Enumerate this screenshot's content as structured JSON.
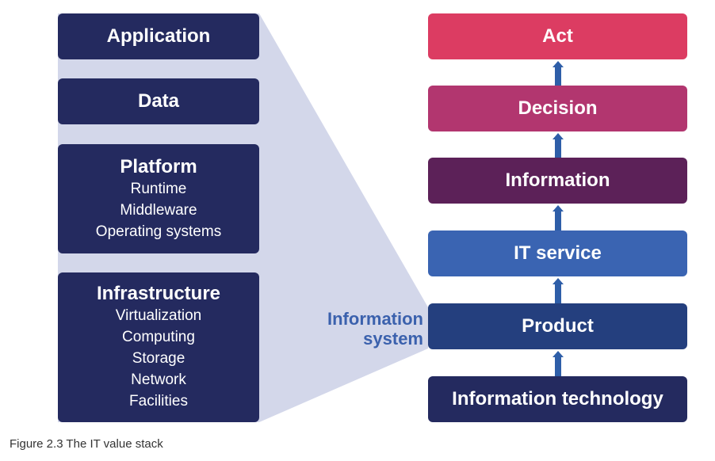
{
  "left_stack": {
    "application": {
      "title": "Application"
    },
    "data": {
      "title": "Data"
    },
    "platform": {
      "title": "Platform",
      "items": [
        "Runtime",
        "Middleware",
        "Operating systems"
      ]
    },
    "infrastructure": {
      "title": "Infrastructure",
      "items": [
        "Virtualization",
        "Computing",
        "Storage",
        "Network",
        "Facilities"
      ]
    }
  },
  "right_stack": {
    "act": {
      "label": "Act",
      "color": "#dc3c62"
    },
    "decision": {
      "label": "Decision",
      "color": "#b2366f"
    },
    "information": {
      "label": "Information",
      "color": "#5c2158"
    },
    "it_service": {
      "label": "IT service",
      "color": "#3a64b2"
    },
    "product": {
      "label": "Product",
      "color": "#243f7e"
    },
    "information_technology": {
      "label": "Information technology",
      "color": "#242a5f"
    }
  },
  "side_label": {
    "line1": "Information",
    "line2": "system"
  },
  "caption": "Figure 2.3  The IT value stack",
  "colors": {
    "left_box": "#242a5f",
    "funnel": "#d3d7ea",
    "arrow": "#2e5ea8",
    "side_label": "#3b61ad"
  }
}
